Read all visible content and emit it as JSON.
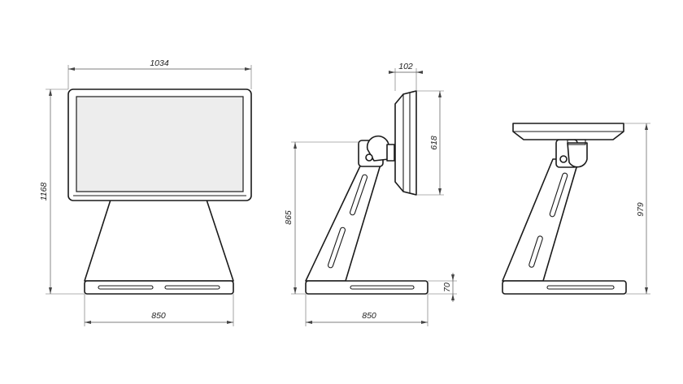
{
  "dimensions": {
    "front_width": "1034",
    "front_height": "1168",
    "front_base_width": "850",
    "side_depth": "102",
    "side_screen_height": "618",
    "side_pivot_height": "865",
    "side_base_height": "70",
    "side_base_width": "850",
    "rear_height": "979"
  }
}
